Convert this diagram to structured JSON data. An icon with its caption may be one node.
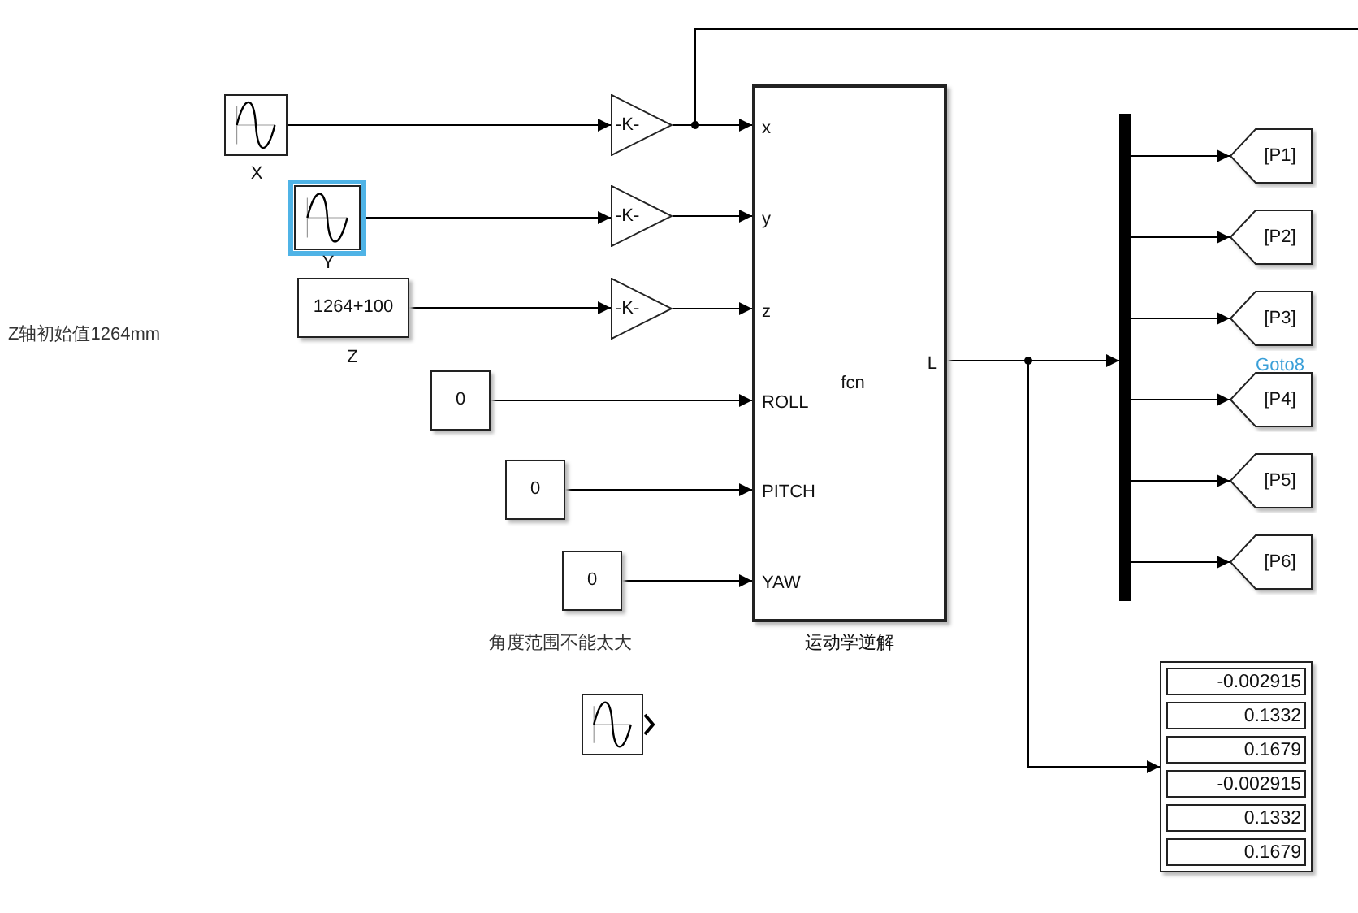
{
  "diagram": {
    "nodes": [
      {
        "text": [],
        "shape": "box",
        "beside": [
          "X"
        ]
      },
      {
        "text": [],
        "shape": "box",
        "beside": [
          "Y"
        ]
      },
      {
        "text": [
          "1264+100"
        ],
        "beside": [
          "Z"
        ]
      },
      {
        "text": [
          "-K-"
        ]
      },
      {
        "text": [
          "-K-"
        ]
      },
      {
        "text": [
          "-K-"
        ]
      },
      {
        "text": [
          "0"
        ]
      },
      {
        "text": [
          "0"
        ]
      },
      {
        "text": [
          "0"
        ]
      },
      {
        "text": [
          "x",
          "y",
          "z",
          "ROLL",
          "PITCH",
          "YAW",
          "fcn",
          "L"
        ],
        "beside": [
          "运动学逆解"
        ]
      },
      {
        "text": [],
        "shape": "bar"
      },
      {
        "text": [
          "[P1]"
        ]
      },
      {
        "text": [
          "[P2]"
        ]
      },
      {
        "text": [
          "[P3]"
        ],
        "beside": [
          "Goto8"
        ]
      },
      {
        "text": [
          "[P4]"
        ]
      },
      {
        "text": [
          "[P5]"
        ]
      },
      {
        "text": [
          "[P6]"
        ]
      },
      {
        "text": [
          "-0.002915",
          "0.1332",
          "0.1679",
          "-0.002915",
          "0.1332",
          "0.1679"
        ]
      },
      {
        "text": [],
        "shape": "box"
      }
    ],
    "edges": [
      {
        "from": 0,
        "to": 3,
        "arrow": "to"
      },
      {
        "from": 1,
        "to": 4,
        "arrow": "to"
      },
      {
        "from": 2,
        "to": 5,
        "arrow": "to"
      },
      {
        "from": 3,
        "to": 9,
        "arrow": "to"
      },
      {
        "from": 4,
        "to": 9,
        "arrow": "to"
      },
      {
        "from": 5,
        "to": 9,
        "arrow": "to"
      },
      {
        "from": 6,
        "to": 9,
        "arrow": "to"
      },
      {
        "from": 7,
        "to": 9,
        "arrow": "to"
      },
      {
        "from": 8,
        "to": 9,
        "arrow": "to"
      },
      {
        "from": 9,
        "to": 10,
        "arrow": "to"
      },
      {
        "from": 9,
        "to": 17,
        "arrow": "to"
      },
      {
        "from": 10,
        "to": 11,
        "arrow": "to"
      },
      {
        "from": 10,
        "to": 12,
        "arrow": "to"
      },
      {
        "from": 10,
        "to": 13,
        "arrow": "to"
      },
      {
        "from": 10,
        "to": 14,
        "arrow": "to"
      },
      {
        "from": 10,
        "to": 15,
        "arrow": "to"
      },
      {
        "from": 10,
        "to": 16,
        "arrow": "to"
      },
      {
        "from": 3,
        "to": null,
        "arrow": "none"
      }
    ],
    "labels": [
      "Z轴初始值1264mm",
      "角度范围不能太大"
    ]
  }
}
